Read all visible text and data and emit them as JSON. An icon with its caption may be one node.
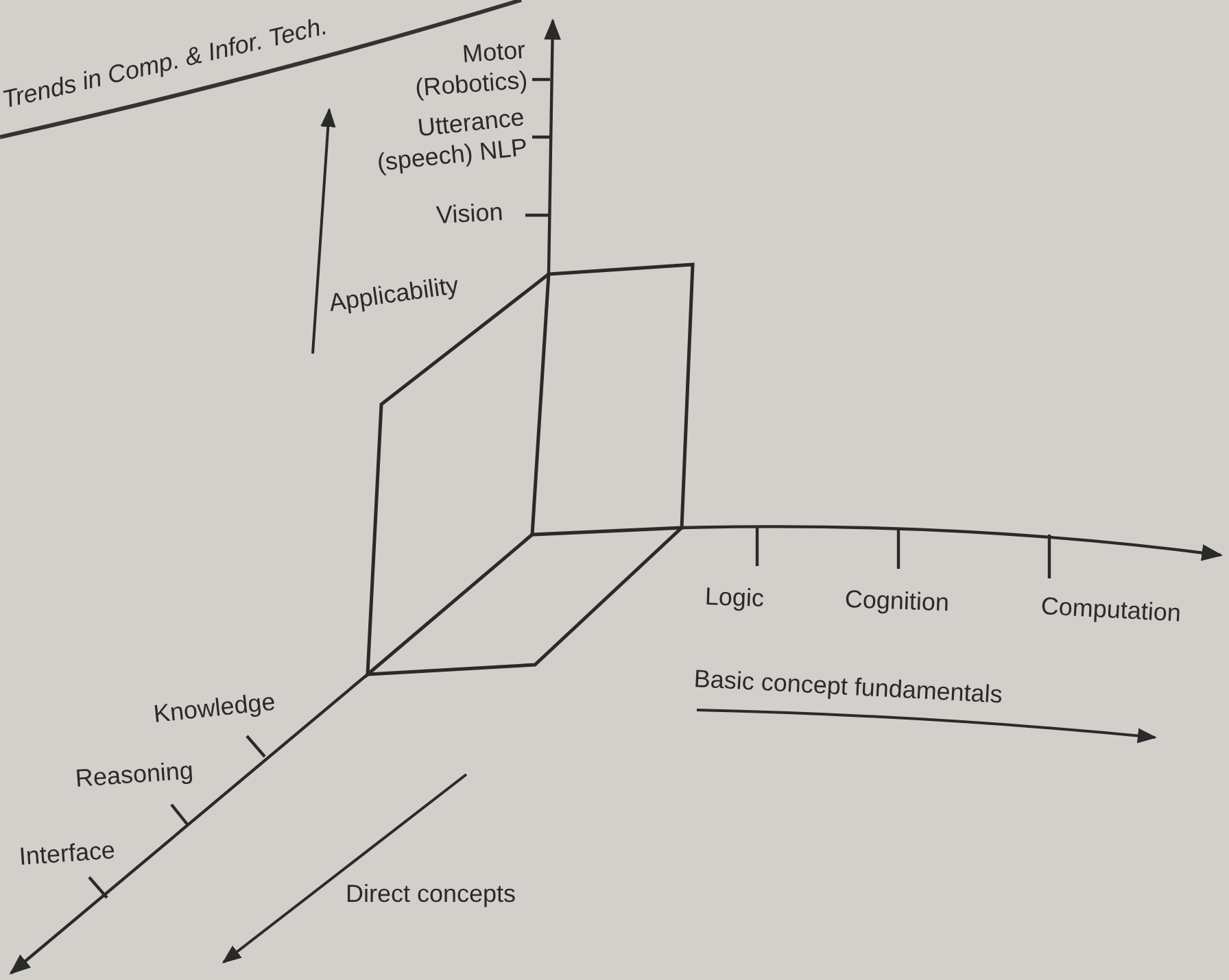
{
  "diagram": {
    "labels": [
      "Trends in Comp. & Infor. Tech.",
      "Motor (Robotics)",
      "Utterance (speech) NLP",
      "Vision",
      "Applicability",
      "Logic",
      "Cognition",
      "Computation",
      "Basic concept fundamentals",
      "Knowledge",
      "Reasoning",
      "Interface",
      "Direct concepts"
    ]
  }
}
